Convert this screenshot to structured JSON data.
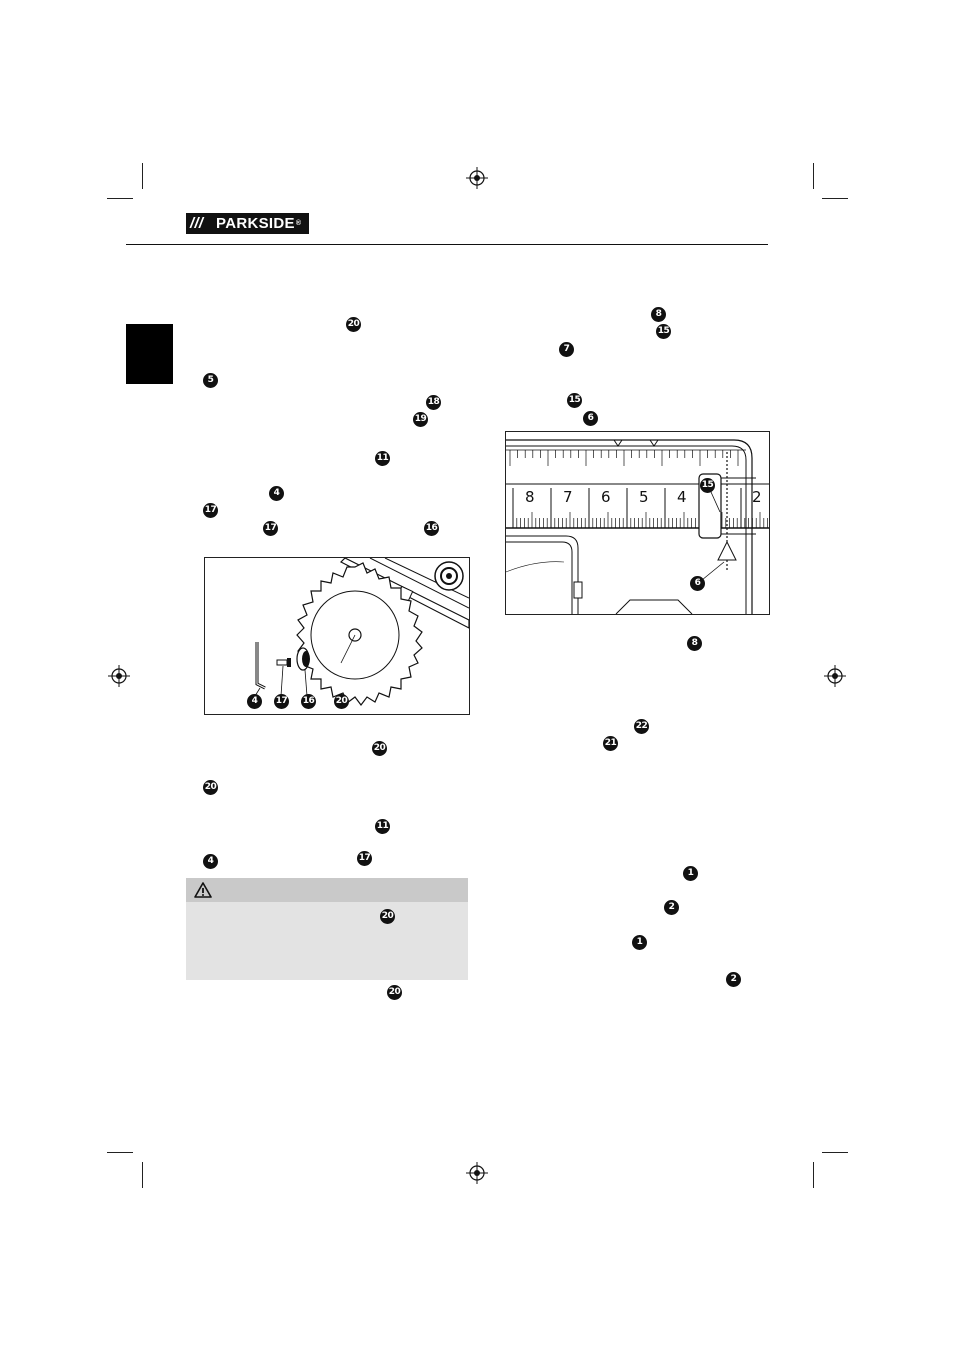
{
  "header": {
    "brand": "PARKSIDE",
    "brand_slashes": "///",
    "trademark": "®"
  },
  "badges_left": {
    "b20_top": "20",
    "b5": "5",
    "b18": "18",
    "b19": "19",
    "b11_top": "11",
    "b4_top": "4",
    "b17_a": "17",
    "b17_b": "17",
    "b16": "16",
    "b20_mid": "20",
    "b20_low": "20",
    "b11_low": "11",
    "b4_low": "4",
    "b17_low": "17",
    "b20_warn": "20",
    "b20_bottom": "20"
  },
  "figure_blade": {
    "labels": [
      "4",
      "17",
      "16",
      "20"
    ]
  },
  "badges_right": {
    "b8_top": "8",
    "b15_top": "15",
    "b7": "7",
    "b15_mid": "15",
    "b6": "6",
    "b8_low": "8",
    "b22": "22",
    "b21": "21",
    "b1_a": "1",
    "b2_a": "2",
    "b1_b": "1",
    "b2_b": "2"
  },
  "figure_scale": {
    "numbers": [
      "8",
      "7",
      "6",
      "5",
      "4",
      "2"
    ],
    "callouts": [
      "15",
      "6"
    ]
  },
  "colors": {
    "ink": "#111111",
    "tab": "#000000",
    "warning_head": "#c9c9c9",
    "warning_body": "#e3e3e3"
  }
}
